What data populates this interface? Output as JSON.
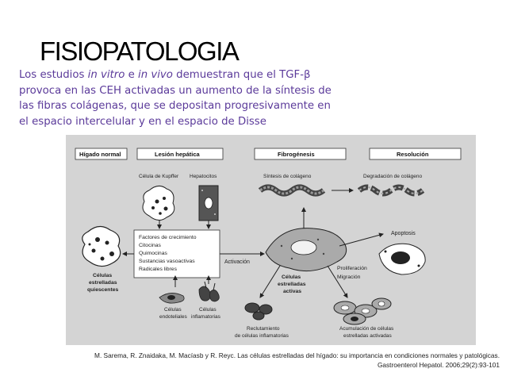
{
  "slide": {
    "title": "FISIOPATOLOGIA",
    "intro": {
      "part1": "Los estudios ",
      "italic1": "in vitro",
      "part2": " e ",
      "italic2": "in vivo",
      "part3": " demuestran que el TGF-β provoca en las CEH activadas un aumento de la síntesis de las fibras colágenas, que se depositan progresivamente en el espacio intercelular y en el espacio de Disse"
    },
    "accent_color": "#5b3a9a",
    "figure": {
      "headers": {
        "normal": "Hígado normal",
        "lesion": "Lesión hepática",
        "fibrogenesis": "Fibrogénesis",
        "resolution": "Resolución"
      },
      "labels": {
        "kupffer": "Célula de Kupffer",
        "hepatocytes": "Hepatocitos",
        "collagen_synthesis": "Síntesis de colágeno",
        "collagen_degradation": "Degradación de colágeno",
        "apoptosis": "Apoptosis",
        "activation": "Activación",
        "proliferation": "Proliferación",
        "migration": "Migración",
        "quiescent_1": "Células",
        "quiescent_2": "estrelladas",
        "quiescent_3": "quiescentes",
        "active_1": "Células",
        "active_2": "estrelladas",
        "active_3": "activas",
        "endothelial_1": "Células",
        "endothelial_2": "endoteliales",
        "inflammatory_1": "Células",
        "inflammatory_2": "inflamatorias",
        "recruitment_1": "Reclutamiento",
        "recruitment_2": "de células inflamatorias",
        "accumulation_1": "Acumulación de células",
        "accumulation_2": "estrelladas activadas"
      },
      "factors": [
        "Factores de crecimiento",
        "Citocinas",
        "Quimocinas",
        "Sustancias vasoactivas",
        "Radicales libres"
      ]
    },
    "citation": {
      "line1": "M. Sarema, R. Znaidaka, M. Macíasb y R. Reyc. Las células estrelladas del hígado: su importancia en condiciones normales y patológicas.",
      "line2": "Gastroenterol Hepatol. 2006;29(2):93-101"
    }
  }
}
